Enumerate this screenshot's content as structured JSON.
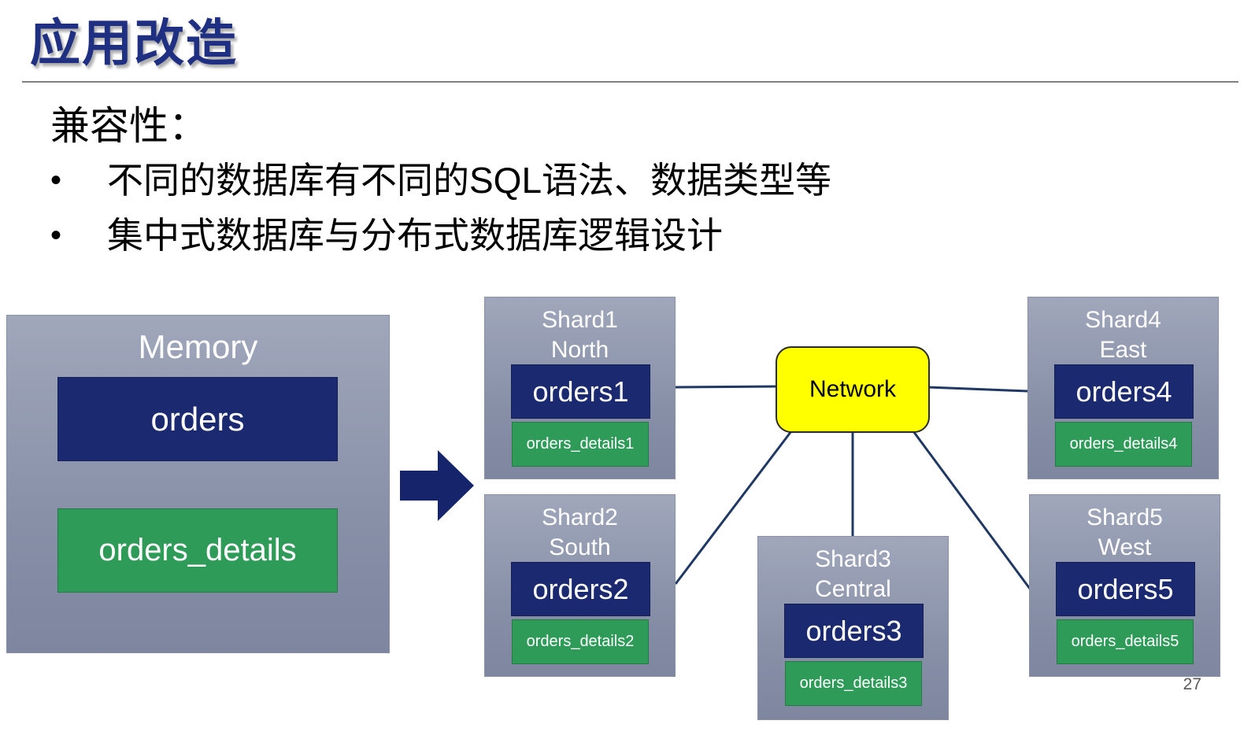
{
  "slide": {
    "title": "应用改造",
    "page_number": "27"
  },
  "content": {
    "heading": "兼容性：",
    "bullet_char": "•",
    "bullets": [
      "不同的数据库有不同的SQL语法、数据类型等",
      "集中式数据库与分布式数据库逻辑设计"
    ]
  },
  "diagram": {
    "memory": {
      "title": "Memory",
      "orders_label": "orders",
      "details_label": "orders_details"
    },
    "network": {
      "label": "Network"
    },
    "shards": [
      {
        "name": "Shard1",
        "region": "North",
        "orders": "orders1",
        "details": "orders_details1"
      },
      {
        "name": "Shard2",
        "region": "South",
        "orders": "orders2",
        "details": "orders_details2"
      },
      {
        "name": "Shard3",
        "region": "Central",
        "orders": "orders3",
        "details": "orders_details3"
      },
      {
        "name": "Shard4",
        "region": "East",
        "orders": "orders4",
        "details": "orders_details4"
      },
      {
        "name": "Shard5",
        "region": "West",
        "orders": "orders5",
        "details": "orders_details5"
      }
    ],
    "colors": {
      "shard_bg": "#8890A8",
      "orders_bg": "#1B2A70",
      "details_bg": "#2E9C58",
      "network_bg": "#FFFF00",
      "connector": "#1F3864",
      "title_text": "#1F2F81"
    }
  }
}
